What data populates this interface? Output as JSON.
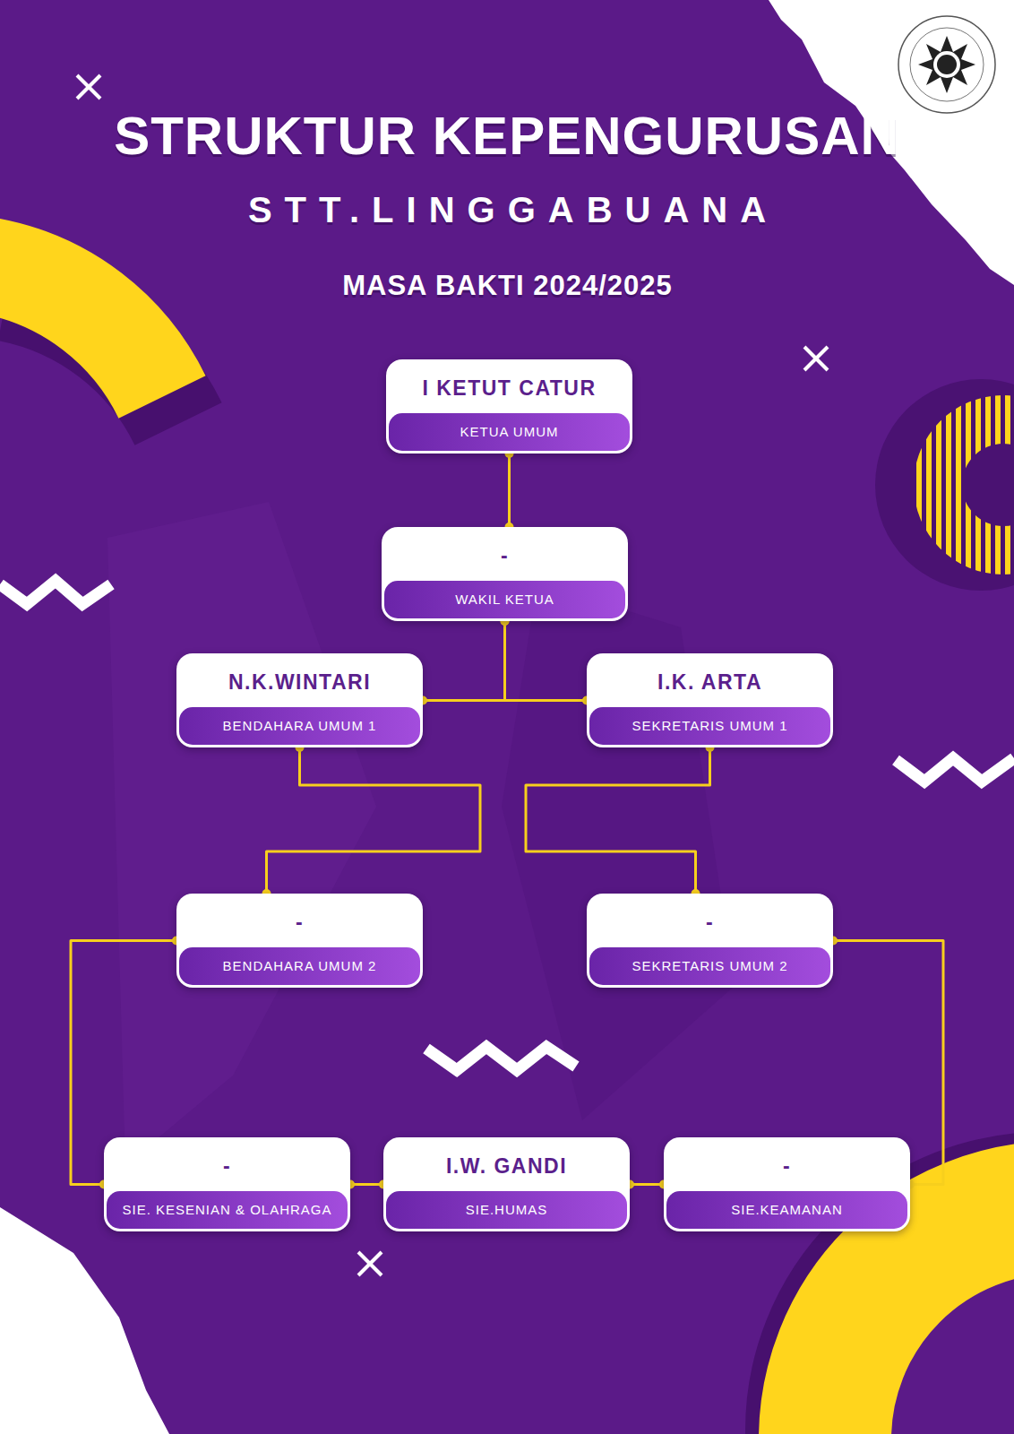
{
  "diagram": {
    "title": "STRUKTUR KEPENGURUSAN",
    "nodes": [
      {
        "text": [
          "I KETUT CATUR",
          "KETUA UMUM"
        ]
      },
      {
        "text": [
          "-",
          "WAKIL KETUA"
        ]
      },
      {
        "text": [
          "N.K.WINTARI",
          "BENDAHARA UMUM 1"
        ]
      },
      {
        "text": [
          "I.K. ARTA",
          "SEKRETARIS UMUM 1"
        ]
      },
      {
        "text": [
          "-",
          "BENDAHARA UMUM 2"
        ]
      },
      {
        "text": [
          "-",
          "SEKRETARIS UMUM 2"
        ]
      },
      {
        "text": [
          "-",
          "SIE. KESENIAN & OLAHRAGA"
        ]
      },
      {
        "text": [
          "I.W. GANDI",
          "SIE.HUMAS"
        ]
      },
      {
        "text": [
          "-",
          "SIE.KEAMANAN"
        ]
      }
    ],
    "edges": [
      {
        "from": 0,
        "to": 1,
        "arrow": "none"
      },
      {
        "from": 1,
        "to": 2,
        "arrow": "none"
      },
      {
        "from": 1,
        "to": 3,
        "arrow": "none"
      },
      {
        "from": 2,
        "to": 4,
        "arrow": "none"
      },
      {
        "from": 3,
        "to": 5,
        "arrow": "none"
      },
      {
        "from": 4,
        "to": 6,
        "arrow": "none"
      },
      {
        "from": 5,
        "to": 8,
        "arrow": "none"
      },
      {
        "from": 6,
        "to": 7,
        "arrow": "none"
      },
      {
        "from": 7,
        "to": 8,
        "arrow": "none"
      }
    ],
    "labels": [
      "STT.LINGGABUANA",
      "MASA BAKTI 2024/2025"
    ]
  }
}
